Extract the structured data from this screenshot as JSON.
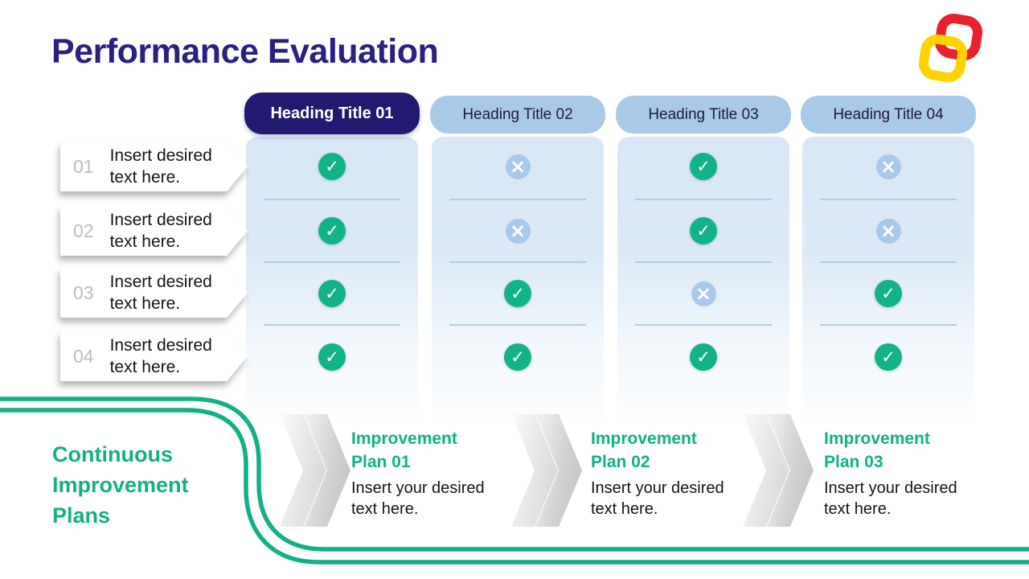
{
  "slide": {
    "title": "Performance Evaluation",
    "colors": {
      "title": "#2a2080",
      "active_header_bg": "#221a70",
      "inactive_header_bg": "#a9c9e9",
      "column_tint": "#d7e7f6",
      "check_green": "#13b389",
      "cross_blue": "#a9c9ec",
      "accent_teal": "#12b087",
      "logo_red": "#e8222d",
      "logo_yellow": "#ffd200"
    }
  },
  "table": {
    "columns": [
      {
        "label": "Heading Title 01",
        "active": true,
        "marks": [
          "check",
          "check",
          "check",
          "check"
        ]
      },
      {
        "label": "Heading Title 02",
        "active": false,
        "marks": [
          "cross",
          "cross",
          "check",
          "check"
        ]
      },
      {
        "label": "Heading Title 03",
        "active": false,
        "marks": [
          "check",
          "check",
          "cross",
          "check"
        ]
      },
      {
        "label": "Heading Title 04",
        "active": false,
        "marks": [
          "cross",
          "cross",
          "check",
          "check"
        ]
      }
    ],
    "rows": [
      {
        "number": "01",
        "text": "Insert desired text here."
      },
      {
        "number": "02",
        "text": "Insert desired text here."
      },
      {
        "number": "03",
        "text": "Insert desired text here."
      },
      {
        "number": "04",
        "text": "Insert desired text here."
      }
    ]
  },
  "icons": {
    "check": {
      "glyph": "✓",
      "name": "check-circle-icon"
    },
    "cross": {
      "glyph": "×",
      "name": "cross-circle-icon"
    }
  },
  "footer": {
    "heading": "Continuous Improvement Plans",
    "plans": [
      {
        "title": "Improvement Plan 01",
        "text": "Insert your desired text here."
      },
      {
        "title": "Improvement Plan 02",
        "text": "Insert your desired text here."
      },
      {
        "title": "Improvement Plan 03",
        "text": "Insert your desired text here."
      }
    ]
  }
}
